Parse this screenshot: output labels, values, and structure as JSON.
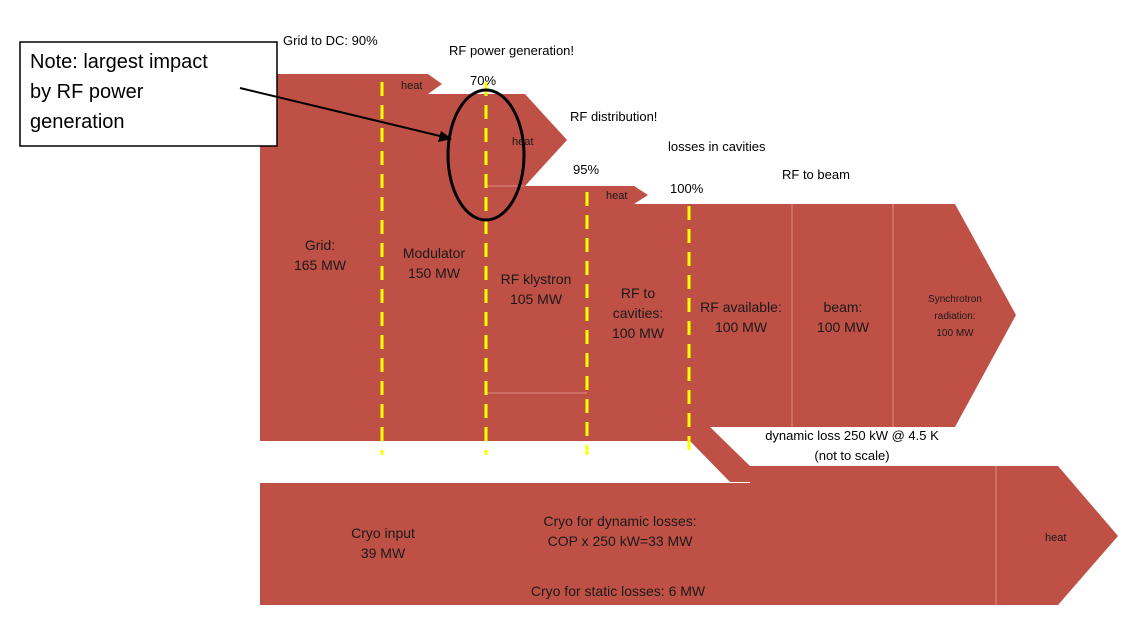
{
  "note": {
    "line1": "Note: largest impact",
    "line2": "by RF power",
    "line3": "generation"
  },
  "stages": {
    "grid_to_dc": "Grid to DC:  90%",
    "rf_power_generation": "RF power generation!",
    "rf_power_generation_pct": "70%",
    "rf_distribution": "RF distribution!",
    "rf_distribution_pct": "95%",
    "losses_in_cavities": "losses in cavities",
    "losses_in_cavities_pct": "100%",
    "rf_to_beam": "RF to beam"
  },
  "blocks": {
    "grid": [
      "Grid:",
      "165 MW"
    ],
    "modulator": [
      "Modulator",
      "150 MW"
    ],
    "klystron": [
      "RF klystron",
      "105 MW"
    ],
    "rf_to_cavities": [
      "RF to",
      "cavities:",
      "100 MW"
    ],
    "rf_available": [
      "RF available:",
      "100 MW"
    ],
    "beam": [
      "beam:",
      "100 MW"
    ],
    "synchrotron": [
      "Synchrotron",
      "radiation:",
      "100 MW"
    ]
  },
  "heat_labels": {
    "heat1": "heat",
    "heat2": "heat",
    "heat3": "heat",
    "heat4": "heat"
  },
  "cryo": {
    "dynamic_loss": "dynamic loss 250 kW @ 4.5 K",
    "not_to_scale": "(not to scale)",
    "cryo_input": [
      "Cryo input",
      "39 MW"
    ],
    "cryo_dynamic": [
      "Cryo for dynamic losses:",
      "COP x 250 kW=33 MW"
    ],
    "cryo_static": "Cryo for static losses: 6 MW"
  },
  "colors": {
    "flow": "#bf5045",
    "divider": "#dd8d85",
    "dashed": "#ffff00"
  }
}
